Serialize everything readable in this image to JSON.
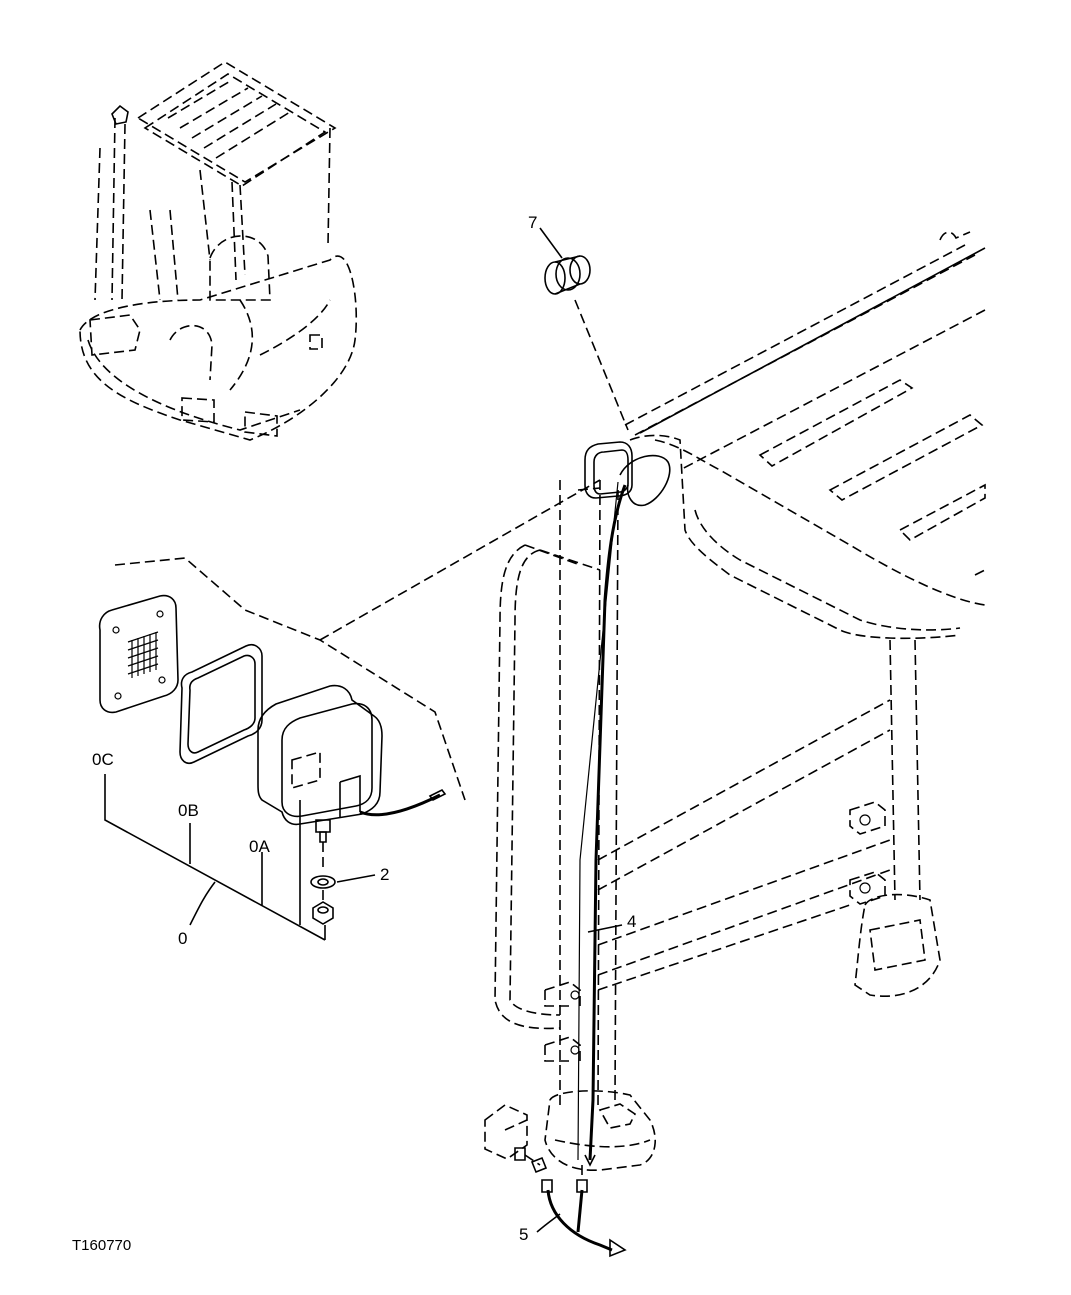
{
  "figure_id": "T160770",
  "callouts": {
    "c0": "0",
    "c0A": "0A",
    "c0B": "0B",
    "c0C": "0C",
    "c2": "2",
    "c4": "4",
    "c5": "5",
    "c7": "7"
  }
}
